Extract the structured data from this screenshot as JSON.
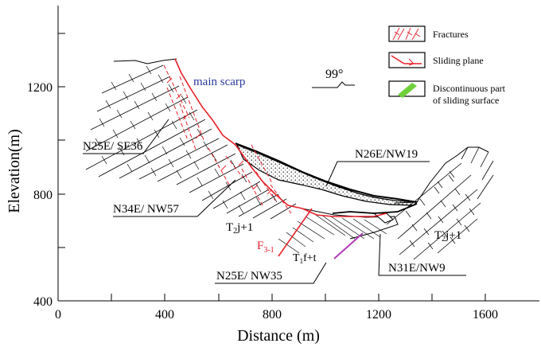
{
  "axes": {
    "xlabel": "Distance (m)",
    "ylabel": "Elevation(m)",
    "x_ticks": [
      "0",
      "400",
      "800",
      "1200",
      "1600"
    ],
    "y_ticks": [
      "400",
      "800",
      "1200"
    ],
    "xlim": [
      0,
      1800
    ],
    "ylim": [
      400,
      1500
    ]
  },
  "legend": {
    "fractures": "Fractures",
    "sliding_plane": "Sliding plane",
    "discontinuous_line1": "Discontinuous part",
    "discontinuous_line2": "of sliding surface"
  },
  "annotations": {
    "main_scarp": "main scarp",
    "direction": "99°",
    "n25e_se36": "N25E/ SE36",
    "n34e_nw57": "N34E/ NW57",
    "n26e_nw19": "N26E/NW19",
    "n25e_nw35": "N25E/ NW35",
    "n31e_nw9": "N31E/NW9",
    "t2j_left_main": "T",
    "t2j_left_sub": "2",
    "t2j_left_rest": "j+1",
    "t2j_right_main": "T",
    "t2j_right_sub": "2",
    "t2j_right_rest": "j+1",
    "t1f_main": "T",
    "t1f_sub": "1",
    "t1f_rest": "f+t",
    "f31_main": "F",
    "f31_sub": "3-1"
  },
  "colors": {
    "sliding_plane": "#e8202a",
    "scarp_label": "#2a3a9a",
    "discontinuous": "#6fd13a",
    "discontinuous_line": "#b23ab8"
  }
}
